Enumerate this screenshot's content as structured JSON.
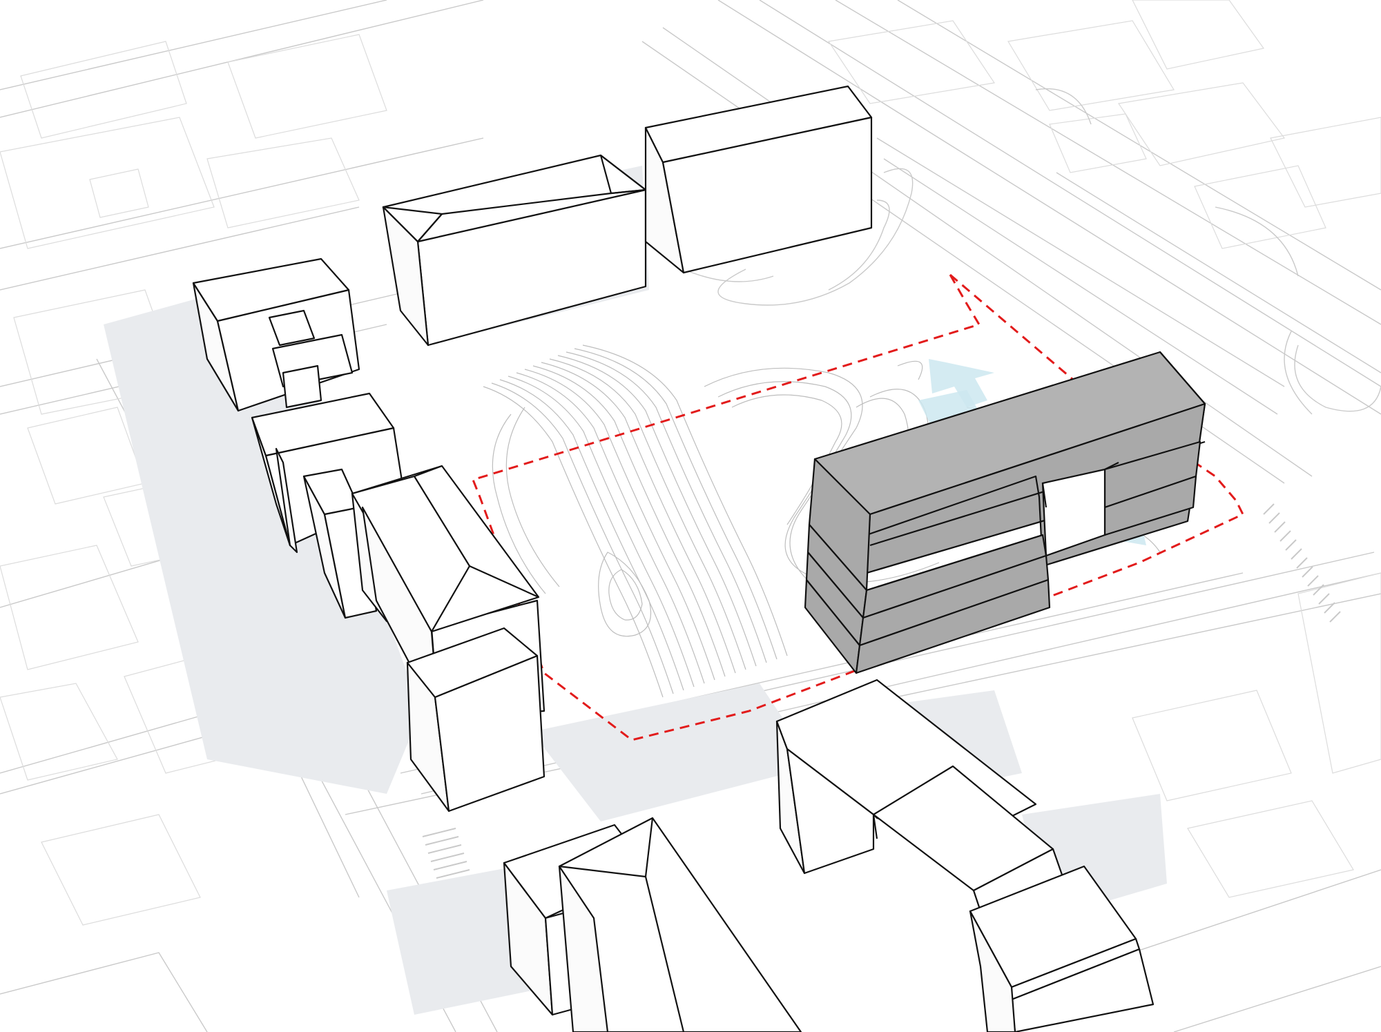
{
  "diagram": {
    "kind": "axonometric site diagram",
    "colors": {
      "background": "#ffffff",
      "map_lines": "#c9c9c9",
      "contours": "#bdbdbd",
      "existing_buildings": "#ffffff",
      "proposed_building": "#a9a9a9",
      "site_boundary": "#e21b1b",
      "view_arrows": "#cde7f0"
    },
    "elements": {
      "existing_buildings": 11,
      "proposed_building_floors": 4,
      "view_arrows": 2,
      "site_boundary_style": "dashed"
    }
  }
}
